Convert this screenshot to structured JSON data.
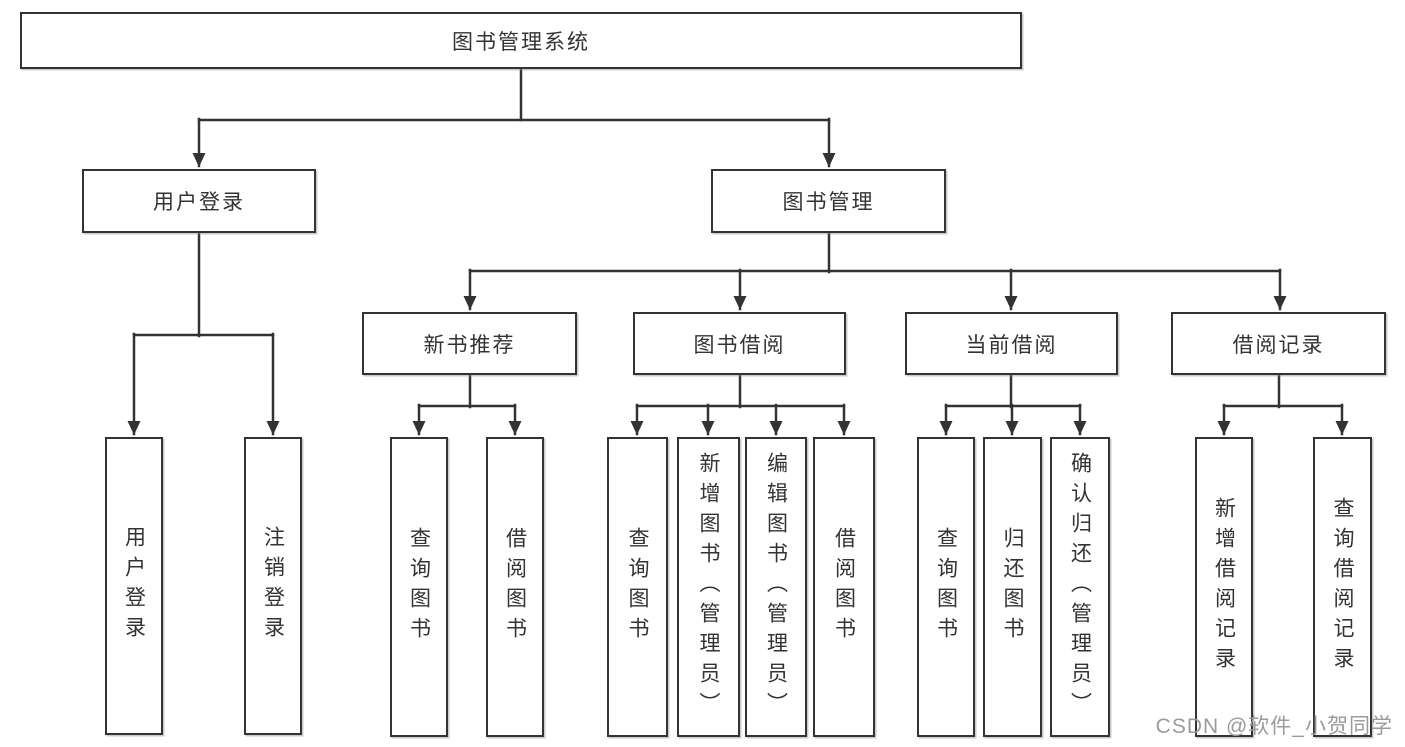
{
  "diagram": {
    "title": "图书管理系统",
    "colors": {
      "line": "#333333",
      "box_border": "#333333",
      "text": "#333333",
      "watermark": "#9b9b9b",
      "background": "#ffffff"
    },
    "tree": {
      "root": {
        "label": "图书管理系统"
      },
      "level2": [
        {
          "label": "用户登录"
        },
        {
          "label": "图书管理"
        }
      ],
      "level3": [
        {
          "label": "新书推荐"
        },
        {
          "label": "图书借阅"
        },
        {
          "label": "当前借阅"
        },
        {
          "label": "借阅记录"
        }
      ],
      "leaves": {
        "user_login": [
          "用户登录",
          "注销登录"
        ],
        "new_book_recommendation": [
          "查询图书",
          "借阅图书"
        ],
        "book_borrowing": [
          "查询图书",
          "新增图书（管理员）",
          "编辑图书（管理员）",
          "借阅图书"
        ],
        "current_borrowing": [
          "查询图书",
          "归还图书",
          "确认归还（管理员）"
        ],
        "borrowing_records": [
          "新增借阅记录",
          "查询借阅记录"
        ]
      }
    }
  },
  "watermark": "CSDN @软件_小贺同学"
}
